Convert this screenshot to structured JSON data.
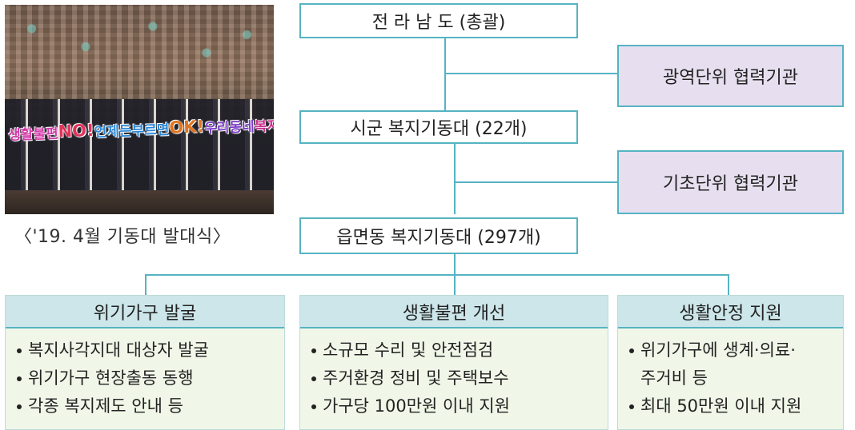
{
  "photo": {
    "banner": [
      "생활불편",
      "NO!",
      "언제든부르면",
      "OK!",
      "우리동네",
      "복지기동대"
    ]
  },
  "caption": "〈'19. 4월 기동대 발대식〉",
  "org": {
    "top": "전 라 남 도 (총괄)",
    "middle": "시군 복지기동대 (22개)",
    "bottom": "읍면동 복지기동대 (297개)",
    "partner_regional": "광역단위 협력기관",
    "partner_basic": "기초단위 협력기관"
  },
  "cards": [
    {
      "title": "위기가구 발굴",
      "items": [
        "복지사각지대 대상자 발굴",
        "위기가구 현장출동 동행",
        "각종 복지제도 안내 등"
      ]
    },
    {
      "title": "생활불편 개선",
      "items": [
        "소규모 수리 및 안전점검",
        "주거환경 정비 및 주택보수",
        "가구당 100만원 이내 지원"
      ]
    },
    {
      "title": "생활안정 지원",
      "items": [
        "위기가구에 생계·의료·",
        "주거비 등",
        "최대 50만원 이내 지원"
      ]
    }
  ],
  "colors": {
    "line": "#56b3c3",
    "partner_fill": "#e7dfef",
    "card_header": "#cce6ea",
    "card_body": "#f0f7e8"
  }
}
